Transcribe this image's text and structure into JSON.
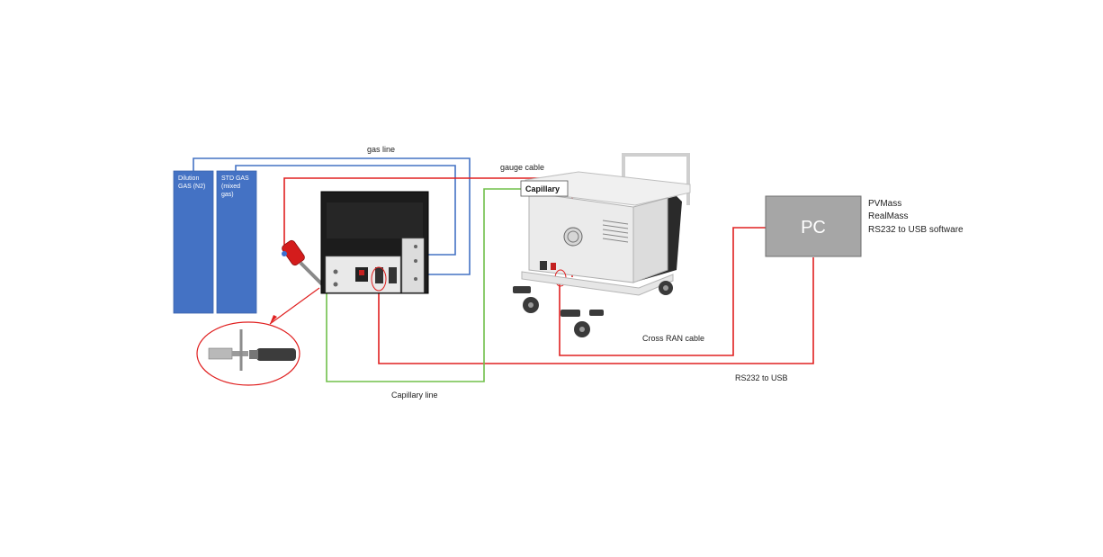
{
  "cylinders": {
    "dilution": {
      "lines": [
        "Dilution",
        "GAS (N2)"
      ]
    },
    "std": {
      "lines": [
        "STD GAS",
        "(mixed",
        "gas)"
      ]
    }
  },
  "labels": {
    "gas_line": "gas line",
    "gauge_cable": "gauge cable",
    "capillary_box": "Capillary",
    "capillary_line": "Capillary line",
    "cross_ran_cable": "Cross RAN cable",
    "rs232_to_usb": "RS232 to USB"
  },
  "pc": {
    "label": "PC",
    "software": [
      "PVMass",
      "RealMass",
      "RS232 to USB software"
    ]
  },
  "colors": {
    "cylinder_fill": "#4472c4",
    "gas_line": "#4472c4",
    "red_cable": "#e02020",
    "capillary_line": "#70c04a",
    "pc_box": "#a6a6a6"
  }
}
